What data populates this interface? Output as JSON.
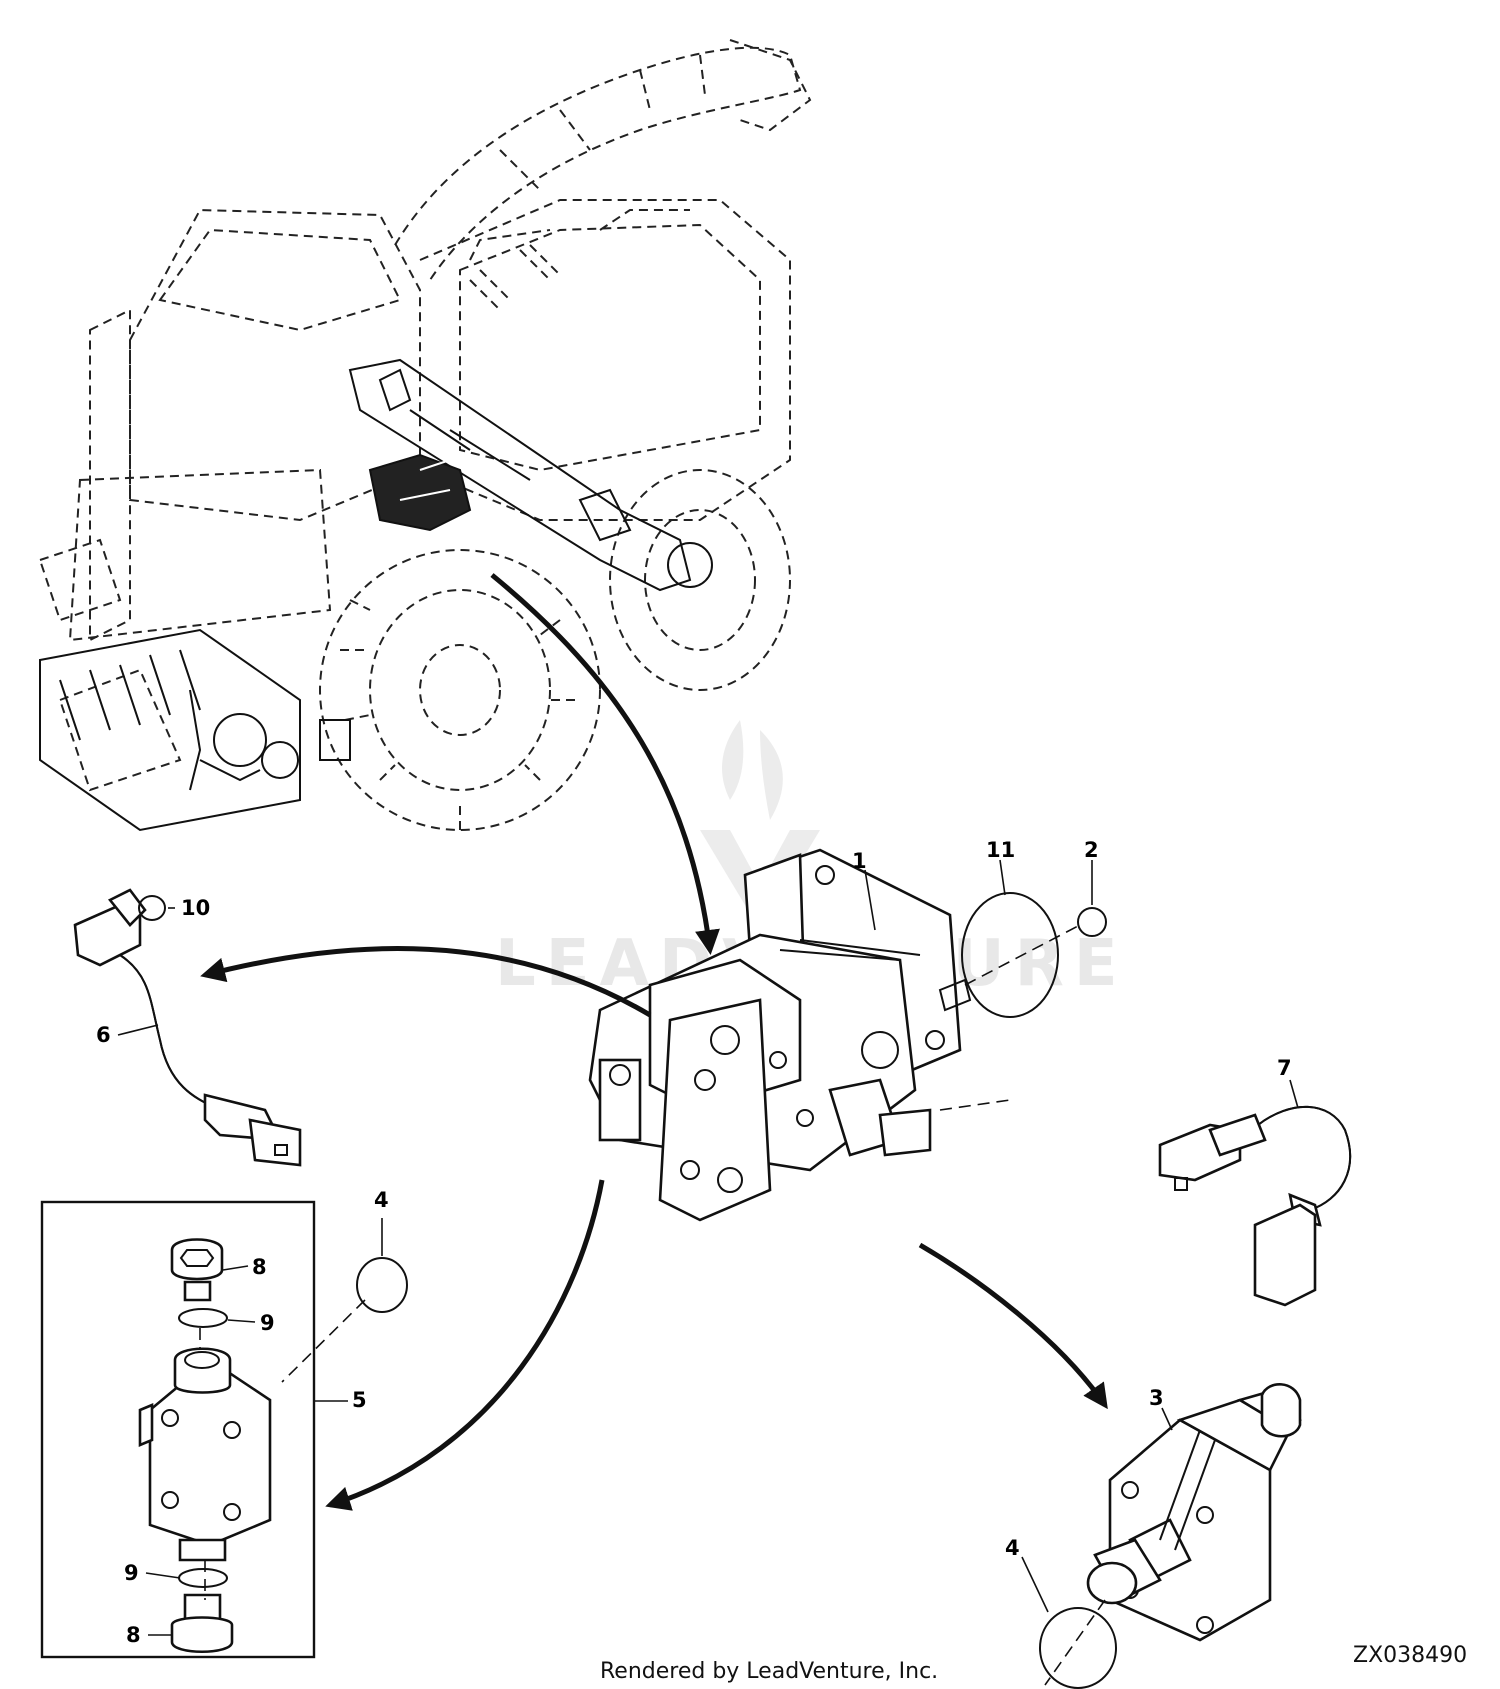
{
  "callouts": {
    "c1": "1",
    "c2": "2",
    "c3": "3",
    "c4a": "4",
    "c4b": "4",
    "c5": "5",
    "c6": "6",
    "c7": "7",
    "c8a": "8",
    "c8b": "8",
    "c9a": "9",
    "c9b": "9",
    "c10": "10",
    "c11": "11"
  },
  "footer": {
    "credit": "Rendered by LeadVenture, Inc.",
    "figure_id": "ZX038490"
  },
  "watermark": {
    "text": "LEADVENTURE",
    "color": "#e6e6e6"
  }
}
